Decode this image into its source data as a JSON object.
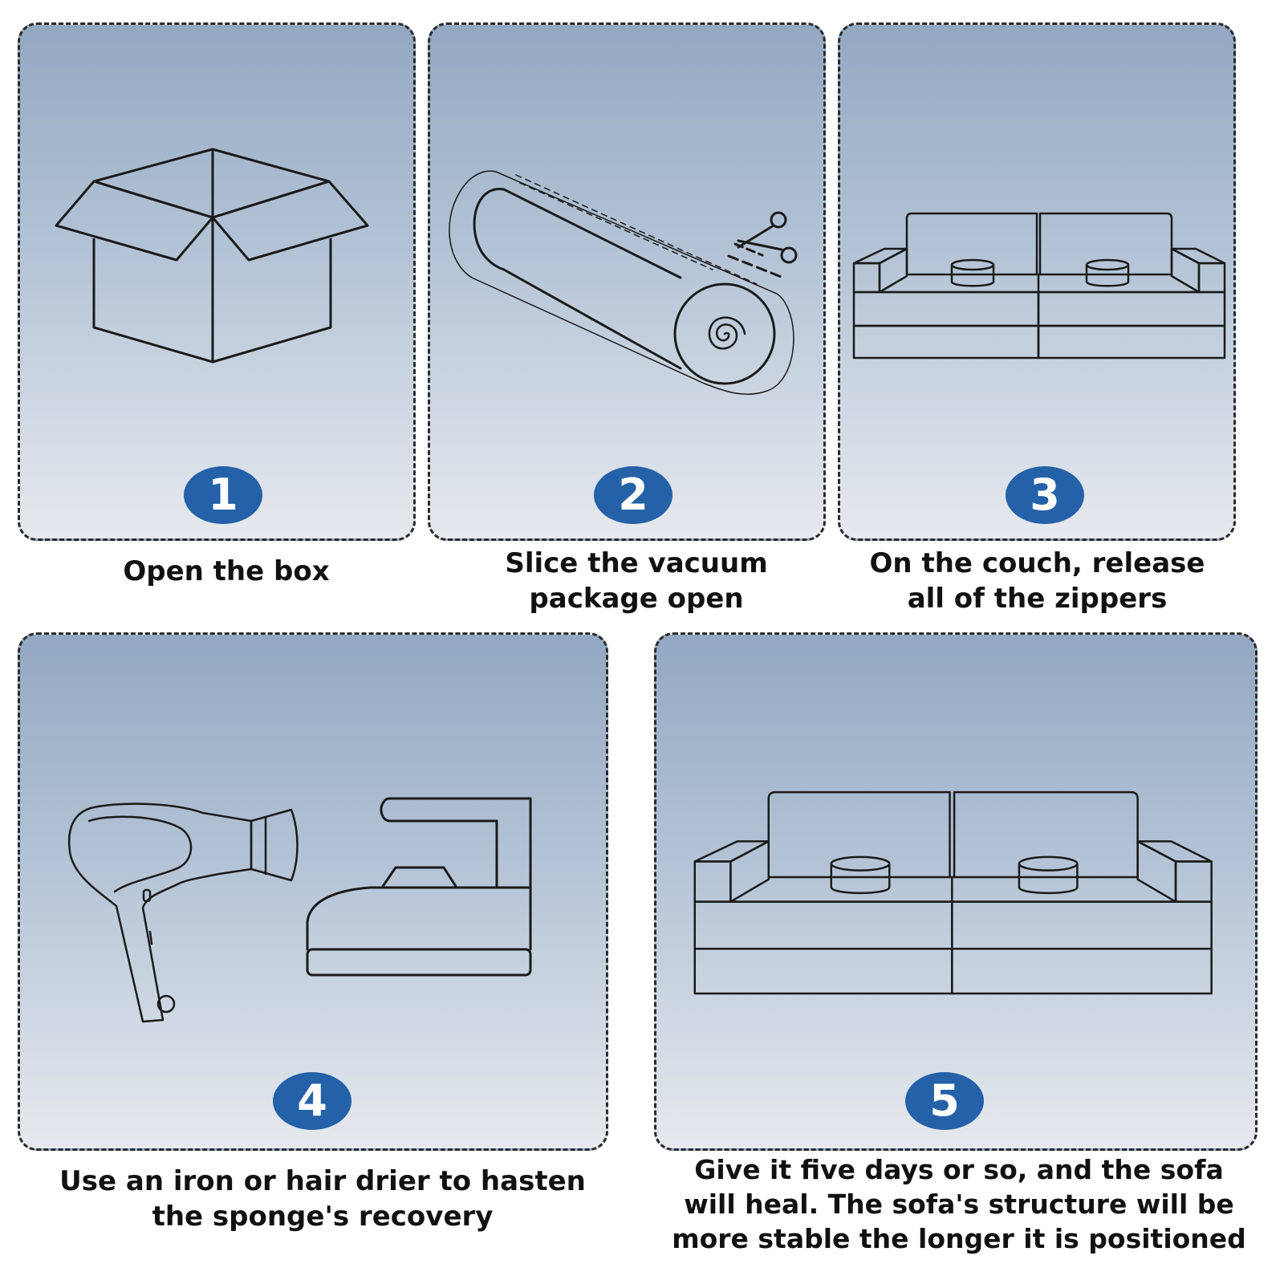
{
  "steps": [
    {
      "number": "1",
      "caption": "Open the box",
      "icon": "open-box-icon"
    },
    {
      "number": "2",
      "caption": "Slice the vacuum\npackage open",
      "icon": "rolled-sofa-scissors-icon"
    },
    {
      "number": "3",
      "caption": "On the couch, release\nall of the zippers",
      "icon": "couch-zippers-icon"
    },
    {
      "number": "4",
      "caption": "Use an iron or hair drier to hasten\nthe sponge's recovery",
      "icons": [
        "hair-dryer-icon",
        "iron-icon"
      ]
    },
    {
      "number": "5",
      "caption": "Give it five days or so, and the sofa\nwill heal. The sofa's structure will be\nmore stable the longer it is positioned",
      "icon": "sofa-icon"
    }
  ],
  "colors": {
    "badge": "#2461a8",
    "panel_top": "#93a8c2",
    "panel_bottom": "#e6e9ee",
    "line": "#1a1a1a"
  }
}
